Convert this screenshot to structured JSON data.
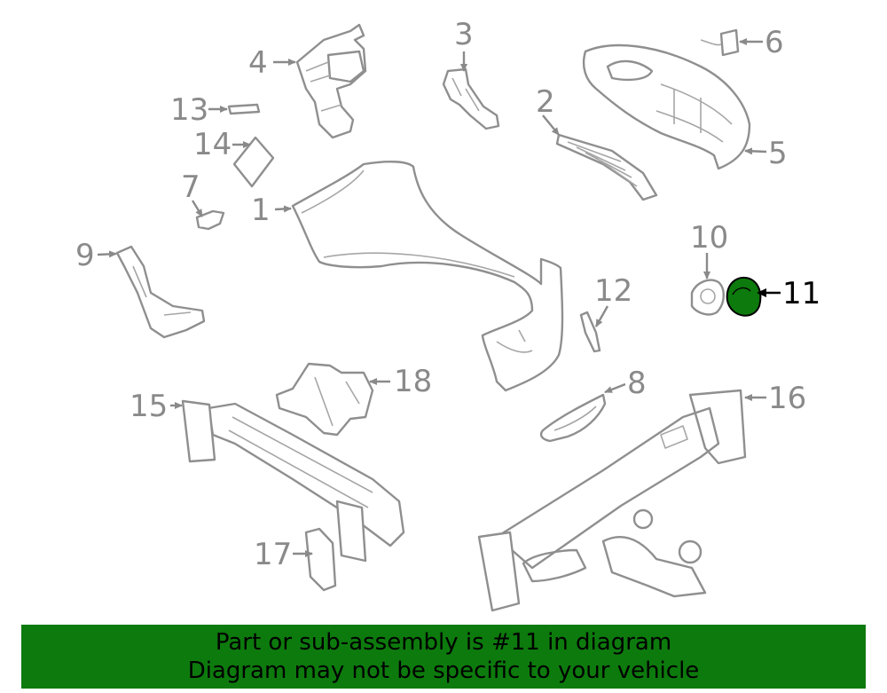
{
  "diagram": {
    "callouts": [
      "1",
      "2",
      "3",
      "4",
      "5",
      "6",
      "7",
      "8",
      "9",
      "10",
      "11",
      "12",
      "13",
      "14",
      "15",
      "16",
      "17",
      "18"
    ],
    "highlighted_callout": "11",
    "highlight_color": "#0d7a0d",
    "line_color": "#8f8f8f"
  },
  "banner": {
    "line1": "Part or sub-assembly is #11 in diagram",
    "line2": "Diagram may not be specific to your vehicle",
    "background": "#0d7a0d"
  }
}
